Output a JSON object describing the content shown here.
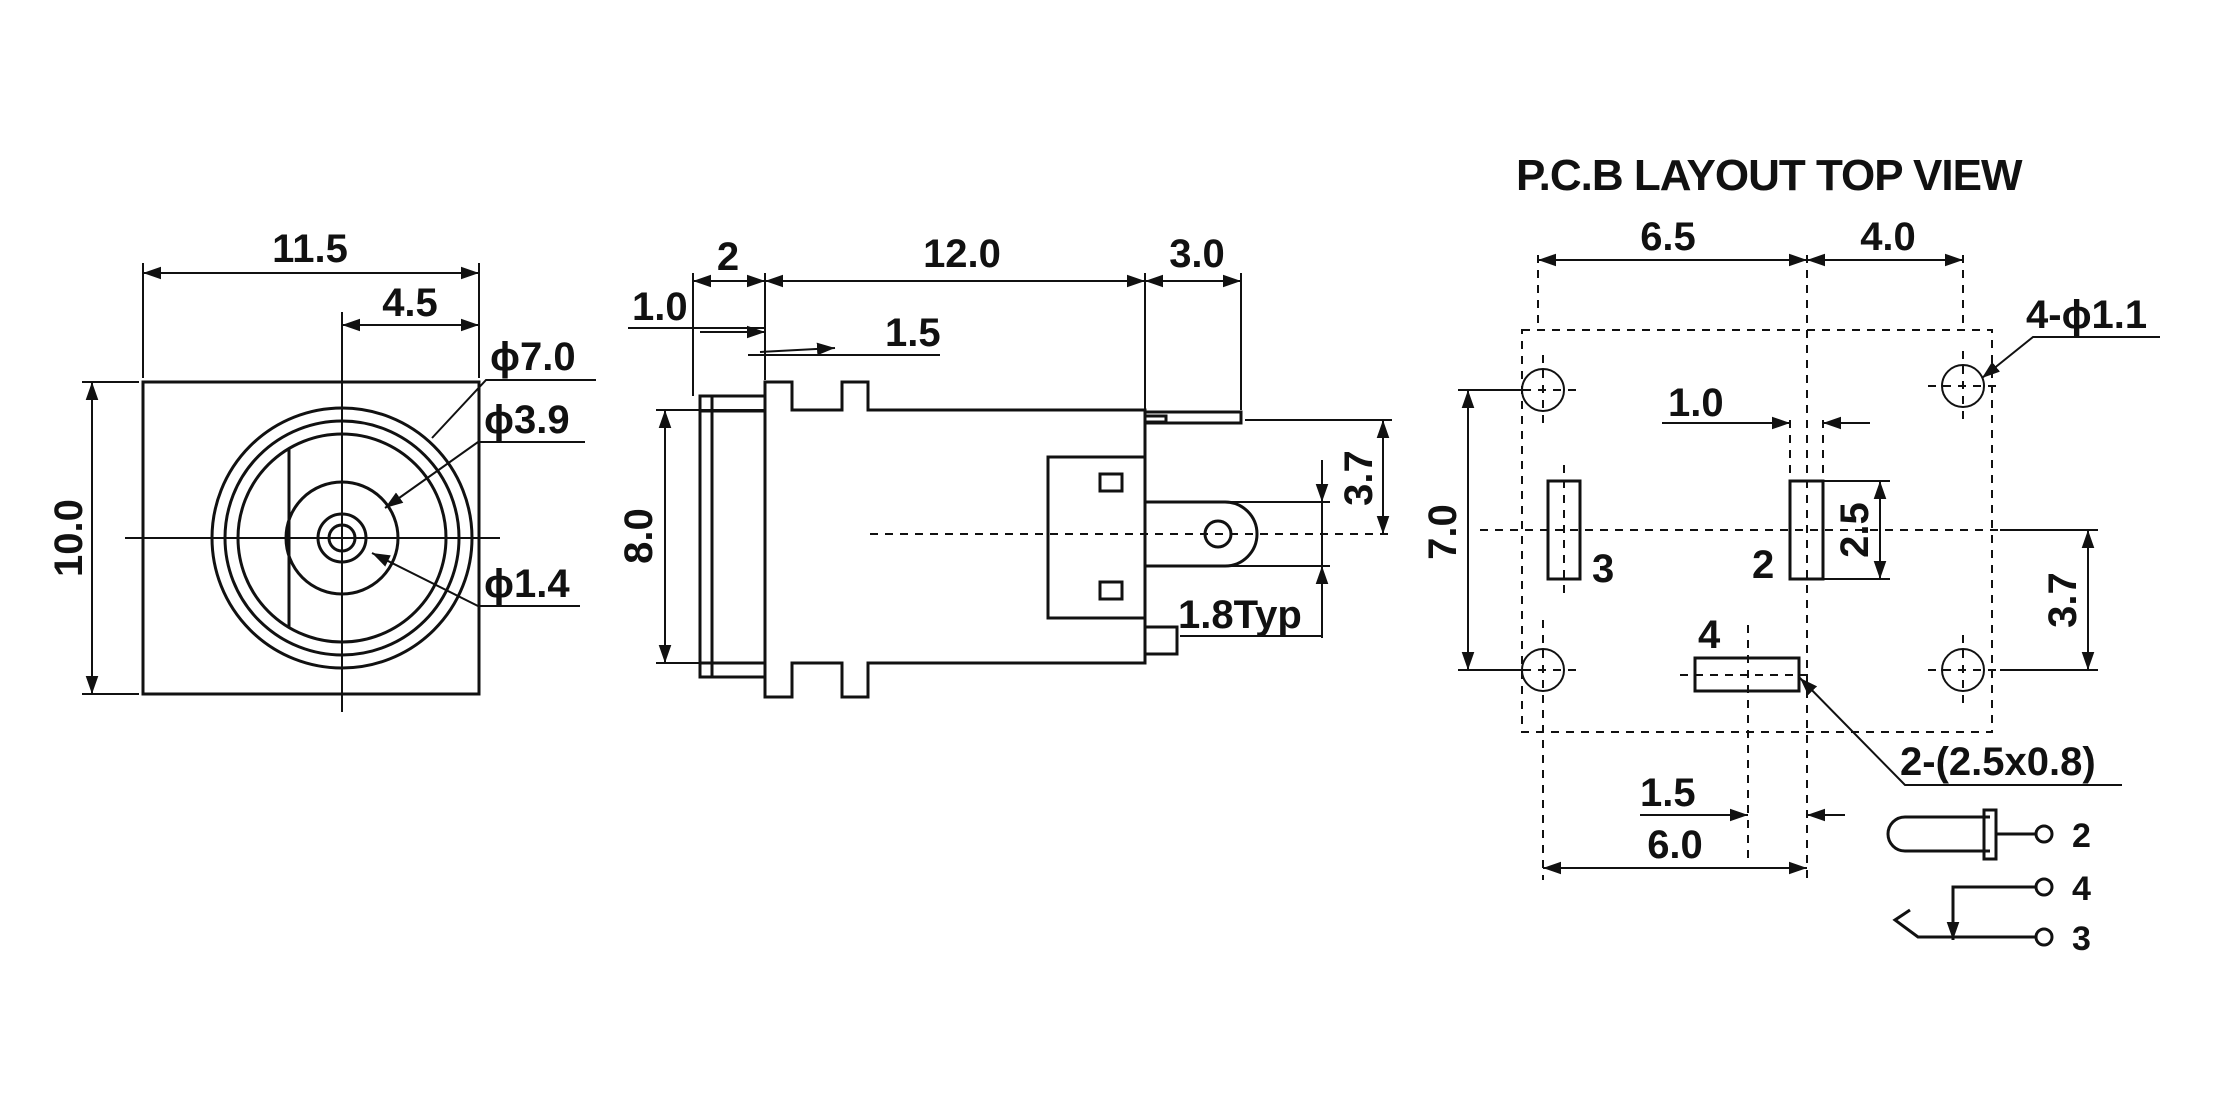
{
  "title": "P.C.B LAYOUT  TOP VIEW",
  "colors": {
    "line": "#111111",
    "background": "#ffffff"
  },
  "front_view": {
    "width": "11.5",
    "offset": "4.5",
    "height": "10.0",
    "outer_dia": "ϕ7.0",
    "mid_dia": "ϕ3.9",
    "pin_dia": "ϕ1.4"
  },
  "side_view": {
    "d_2": "2",
    "d_12": "12.0",
    "d_3": "3.0",
    "d_1": "1.0",
    "d_1_5": "1.5",
    "height": "8.0",
    "d_3_7": "3.7",
    "typ": "1.8Typ"
  },
  "pcb": {
    "d_6_5": "6.5",
    "d_4_0": "4.0",
    "holes": "4-ϕ1.1",
    "d_1_0": "1.0",
    "d_2_5": "2.5",
    "height": "7.0",
    "d_3_7": "3.7",
    "pad_3": "3",
    "pad_2": "2",
    "pad_4": "4",
    "pads": "2-(2.5x0.8)",
    "d_1_5": "1.5",
    "d_6_0": "6.0"
  },
  "schematic": {
    "pin_2": "2",
    "pin_4": "4",
    "pin_3": "3"
  }
}
